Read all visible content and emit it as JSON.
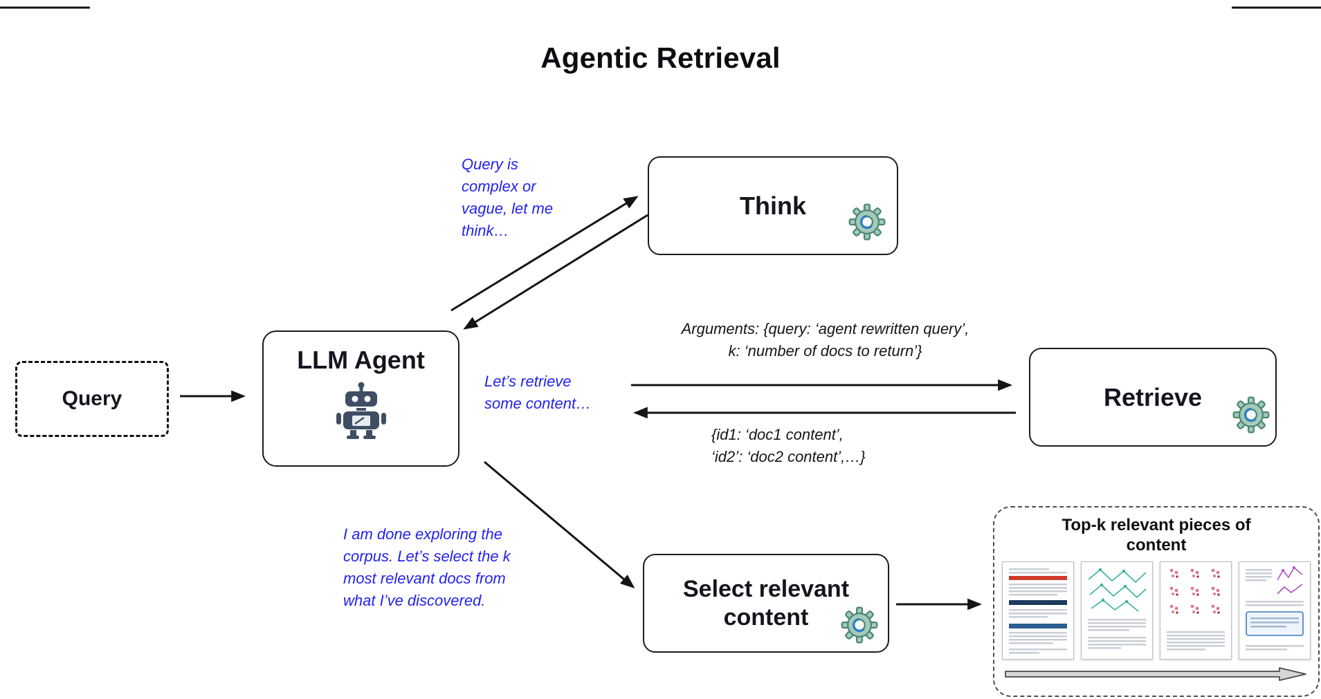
{
  "title": "Agentic Retrieval",
  "nodes": {
    "query": {
      "label": "Query"
    },
    "agent": {
      "label": "LLM Agent"
    },
    "think": {
      "label": "Think"
    },
    "retrieve": {
      "label": "Retrieve"
    },
    "select": {
      "label": "Select relevant\ncontent"
    },
    "topk": {
      "title": "Top-k relevant pieces of\ncontent"
    }
  },
  "annotations": {
    "think_note": "Query is\ncomplex or\nvague, let me\nthink…",
    "arguments_out": "Arguments: {query: ‘agent rewritten query’,\nk: ‘number of docs to return’}",
    "retrieve_note": "Let’s retrieve\nsome content…",
    "retrieve_return": "{id1: ‘doc1 content’,\n‘id2’: ‘doc2 content’,…}",
    "select_note": "I am done exploring the\ncorpus. Let’s select the k\nmost relevant docs from\nwhat I’ve discovered."
  },
  "icons": {
    "agent": "robot-icon",
    "think": "gear-wrench-icon",
    "retrieve": "gear-wrench-icon",
    "select": "gear-wrench-icon",
    "topk_arrow": "ranking-arrow-icon"
  },
  "colors": {
    "annotation_blue": "#2222EE",
    "gear_teal": "#A3CBBB",
    "gear_outline": "#4D8673",
    "wrench_blue": "#2E7FC2",
    "robot_slate": "#3F4E63",
    "ink": "#141414"
  }
}
